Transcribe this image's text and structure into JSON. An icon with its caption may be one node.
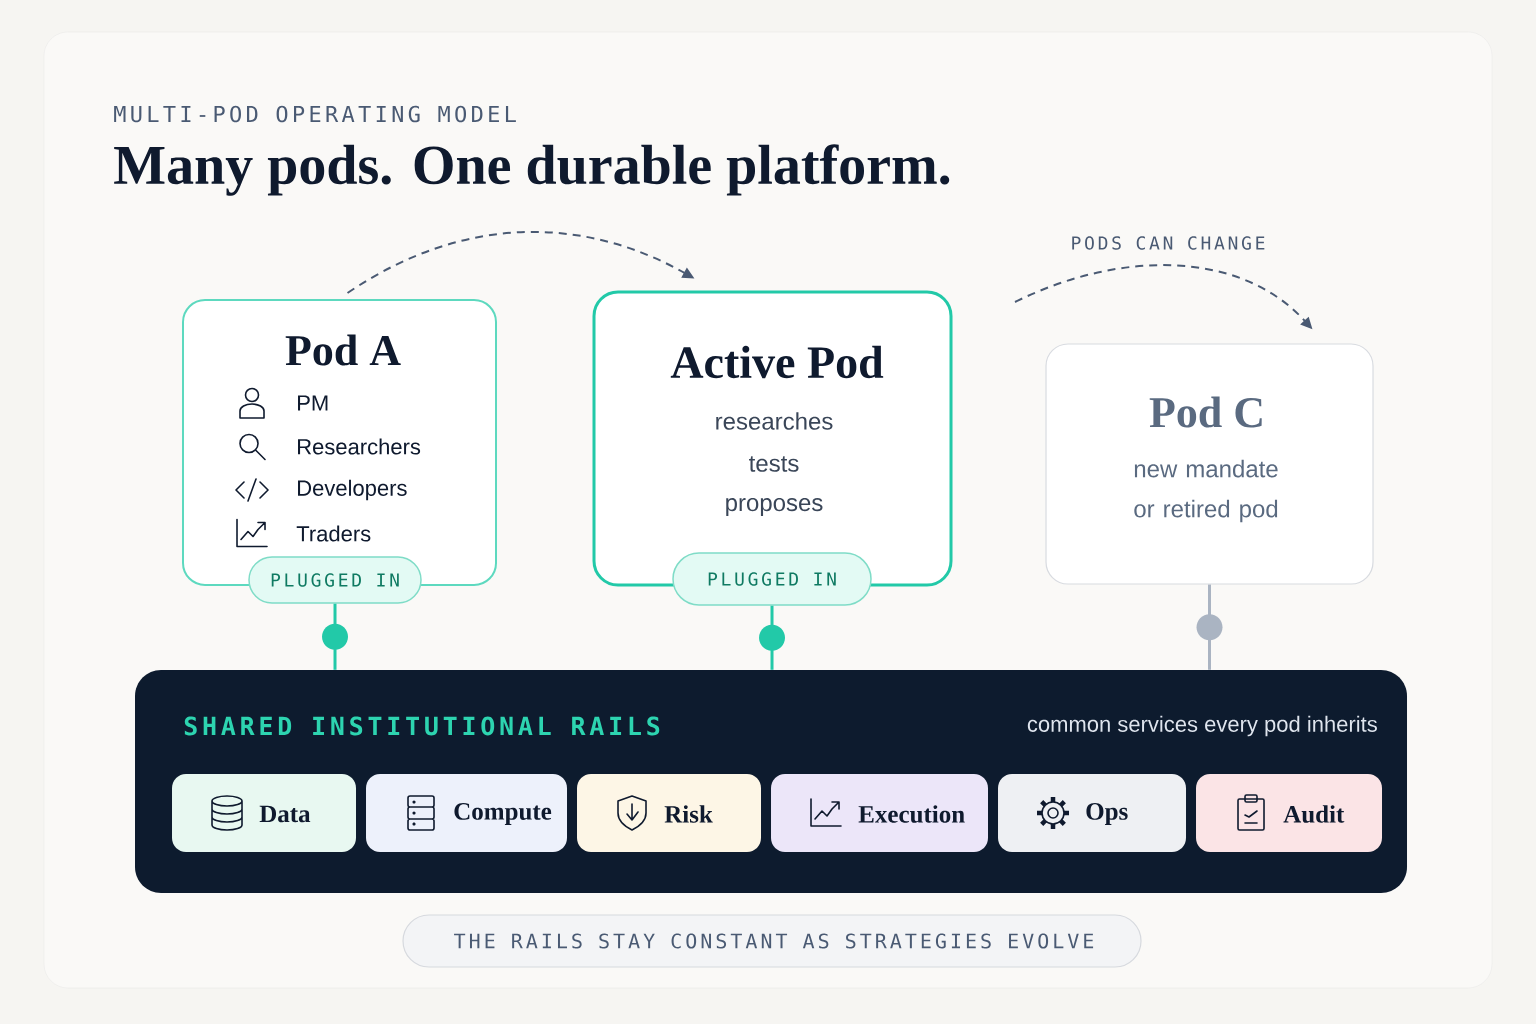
{
  "diagram": {
    "title": "Many pods. One durable platform.",
    "nodes": [
      {
        "text": [
          "Pod A",
          "PM",
          "Researchers",
          "Developers",
          "Traders"
        ]
      },
      {
        "text": [
          "PLUGGED IN"
        ]
      },
      {
        "text": [
          "Active Pod",
          "researches",
          "tests",
          "proposes"
        ]
      },
      {
        "text": [
          "PLUGGED IN"
        ]
      },
      {
        "text": [
          "Pod C",
          "new mandate or retired pod"
        ]
      },
      {
        "text": [
          "SHARED INSTITUTIONAL RAILS",
          "common services every pod inherits"
        ]
      },
      {
        "text": [
          "Data"
        ],
        "in": 5
      },
      {
        "text": [
          "Compute"
        ],
        "in": 5
      },
      {
        "text": [
          "Risk"
        ],
        "in": 5
      },
      {
        "text": [
          "Execution"
        ],
        "in": 5
      },
      {
        "text": [
          "Ops"
        ],
        "in": 5
      },
      {
        "text": [
          "Audit"
        ],
        "in": 5
      },
      {
        "text": [
          "THE RAILS STAY CONSTANT AS STRATEGIES EVOLVE"
        ]
      }
    ],
    "edges": [
      {
        "from": 0,
        "to": 2,
        "arrow": "to",
        "style": "dashed"
      },
      {
        "from": null,
        "to": 4,
        "arrow": "to",
        "style": "dashed",
        "label": "PODS CAN CHANGE"
      },
      {
        "from": 1,
        "to": 5,
        "arrow": "none",
        "color": "#22c9a8"
      },
      {
        "from": 3,
        "to": 5,
        "arrow": "none",
        "color": "#22c9a8"
      },
      {
        "from": 4,
        "to": 5,
        "arrow": "none",
        "color": "#aab4c2"
      }
    ],
    "labels": [
      "MULTI-POD OPERATING MODEL"
    ]
  }
}
